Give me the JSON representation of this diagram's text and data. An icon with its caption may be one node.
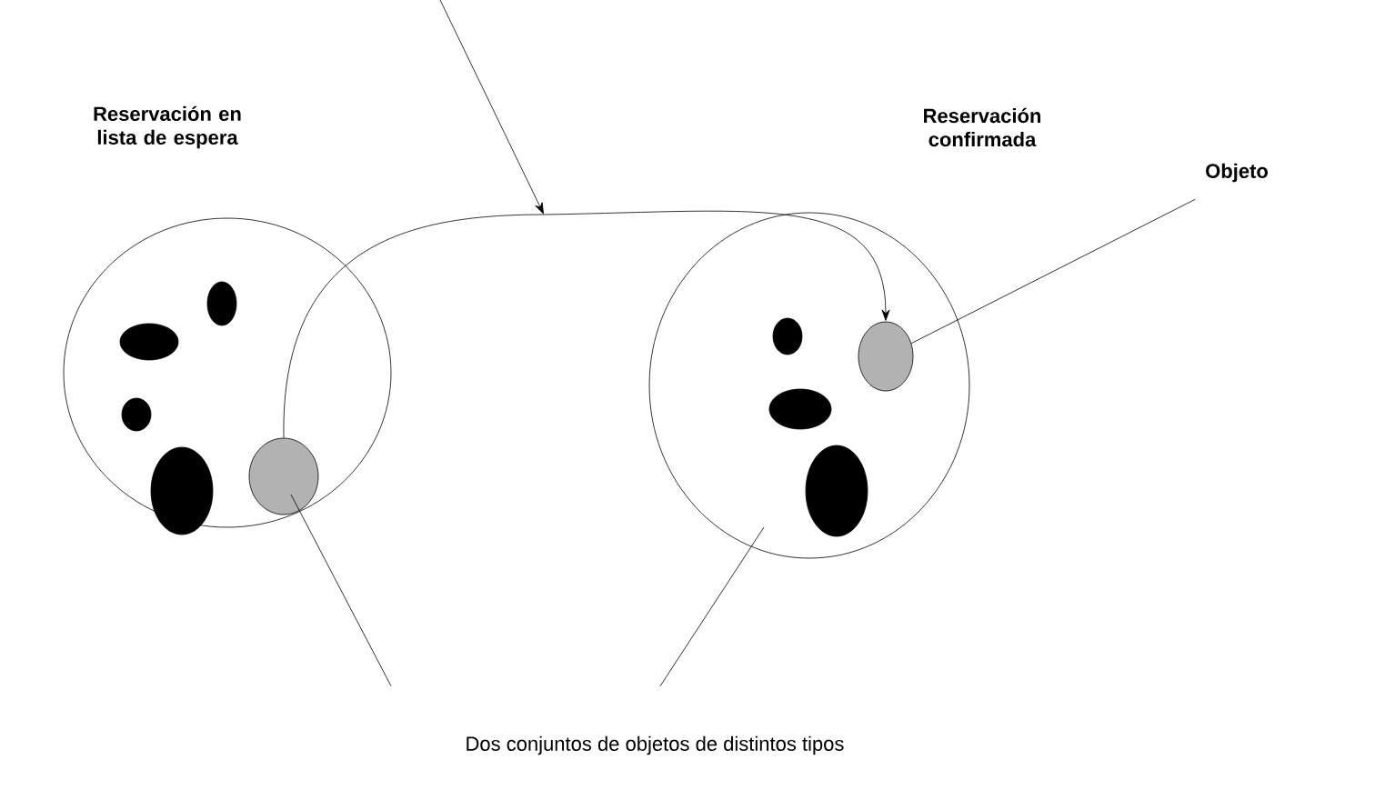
{
  "diagram": {
    "nodes": [
      {
        "text": [
          "Reservación en lista de espera"
        ]
      },
      {
        "text": [],
        "shape": "ellipse",
        "in": 0
      },
      {
        "text": [],
        "shape": "ellipse",
        "in": 0
      },
      {
        "text": [],
        "shape": "ellipse",
        "in": 0
      },
      {
        "text": [],
        "shape": "ellipse",
        "in": 0
      },
      {
        "text": [],
        "shape": "ellipse",
        "in": 0
      },
      {
        "text": [
          "Reservación confirmada"
        ]
      },
      {
        "text": [],
        "shape": "ellipse",
        "in": 6
      },
      {
        "text": [],
        "shape": "ellipse",
        "in": 6
      },
      {
        "text": [],
        "shape": "ellipse",
        "in": 6
      },
      {
        "text": [],
        "shape": "ellipse",
        "in": 6
      },
      {
        "text": [
          "Objeto"
        ]
      },
      {
        "text": [
          "Dos conjuntos de objetos de distintos tipos"
        ]
      }
    ],
    "edges": [
      {
        "from": 5,
        "to": 10,
        "arrow": "to"
      },
      {
        "from": 11,
        "to": 10,
        "arrow": "none"
      },
      {
        "from": 12,
        "to": 0,
        "arrow": "none"
      },
      {
        "from": 12,
        "to": 6,
        "arrow": "none"
      }
    ]
  }
}
